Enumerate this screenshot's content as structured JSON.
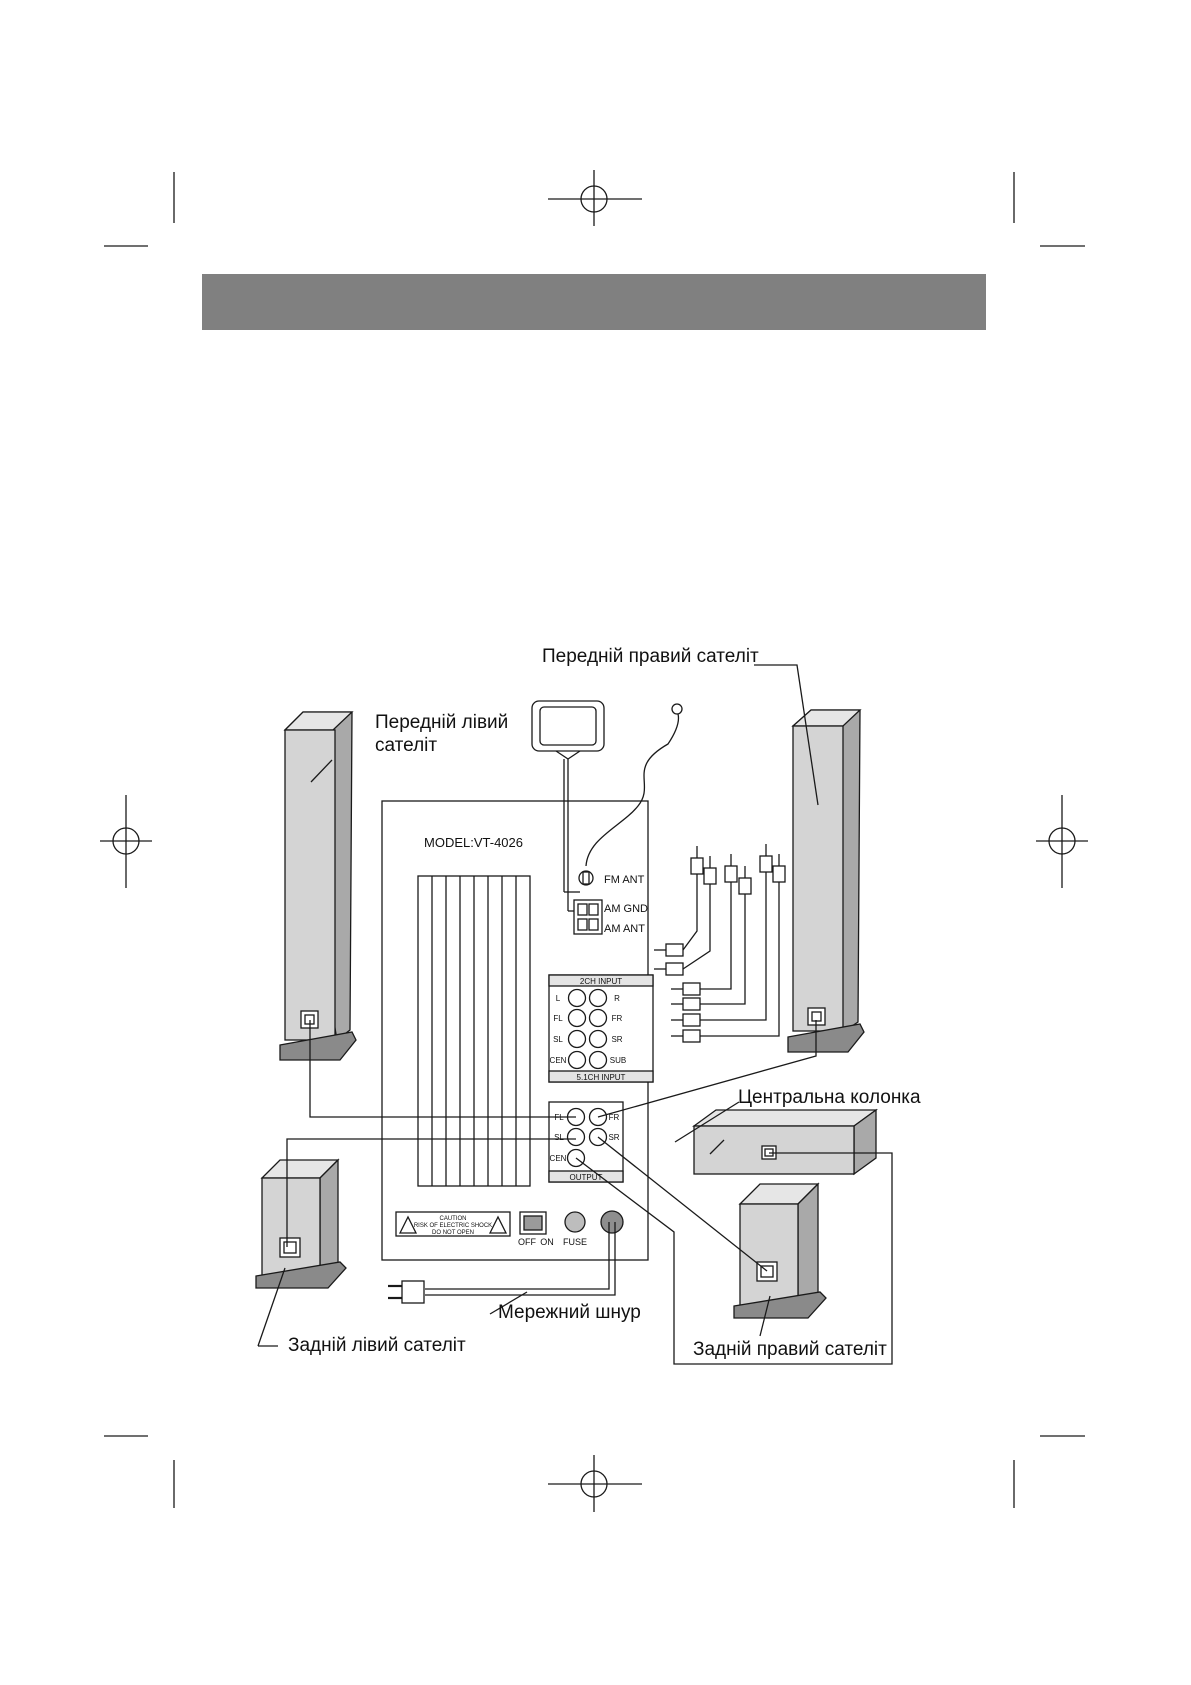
{
  "labels": {
    "front_right": "Передній правий сателіт",
    "front_left_line1": "Передній лівий",
    "front_left_line2": "сателіт",
    "center": "Центральна колонка",
    "rear_left": "Задній лівий сателіт",
    "rear_right": "Задній правий сателіт",
    "power_cord": "Мережний шнур"
  },
  "panel": {
    "model": "MODEL:VT-4026",
    "fm_ant": "FM ANT",
    "am_gnd": "AM GND",
    "am_ant": "AM ANT",
    "input_2ch": "2CH INPUT",
    "input_51ch": "5.1CH INPUT",
    "output": "OUTPUT",
    "l": "L",
    "r": "R",
    "fl": "FL",
    "fr": "FR",
    "sl": "SL",
    "sr": "SR",
    "cen": "CEN",
    "sub": "SUB",
    "caution_1": "CAUTION",
    "caution_2": "RISK OF ELECTRIC SHOCK",
    "caution_3": "DO NOT OPEN",
    "off": "OFF",
    "on": "ON",
    "fuse": "FUSE"
  },
  "colors": {
    "header_band": "#808080",
    "speaker_fill": "#d4d4d4",
    "speaker_shade": "#a9a9a9",
    "line": "#1a1a1a"
  }
}
